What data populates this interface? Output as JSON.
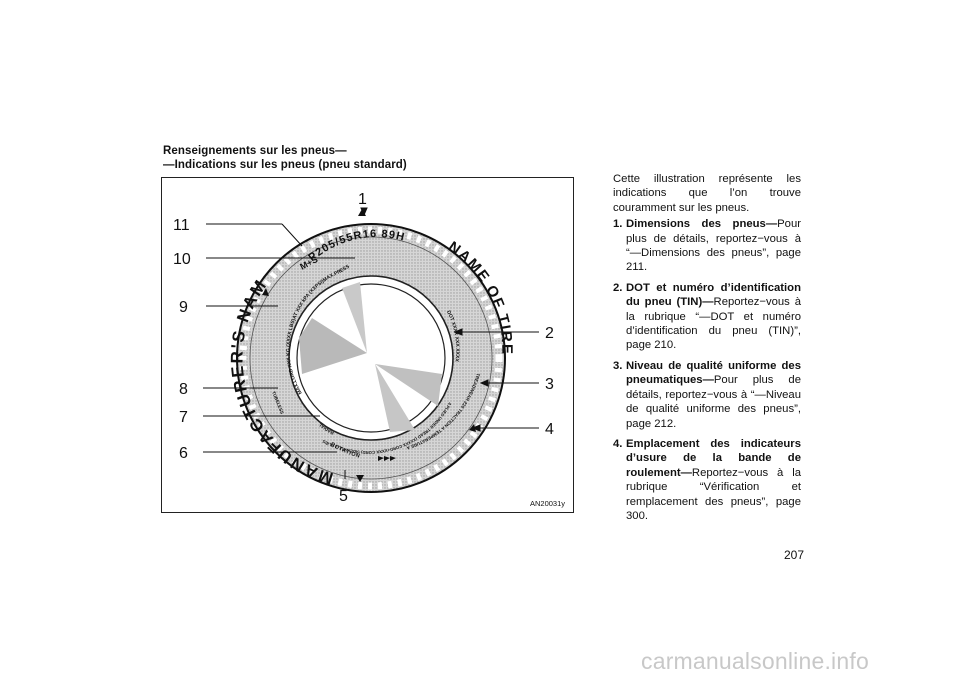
{
  "header": {
    "line1": "Renseignements sur les pneus—",
    "line2": "—Indications sur les pneus (pneu standard)"
  },
  "figure": {
    "code": "AN20031y",
    "callouts": [
      "1",
      "2",
      "3",
      "4",
      "5",
      "6",
      "7",
      "8",
      "9",
      "10",
      "11"
    ],
    "tire_texts": {
      "size": "P205/55R16  89H",
      "ms": "M+S",
      "manufacturer": "MANUFACTURER'S NAME",
      "name_of_tire": "NAME OF TIRE",
      "max_load": "MAX.LOAD XXX KG (XXXX LBS)AT XXX kPA (XXPSI)MAX.PRESS",
      "dot": "DOT XXXX XXX XXXX",
      "treadwear": "TREADWEAR 220 TRACTION A TEMPERATURE A",
      "plies": "4 PLIES UNDER TREAD (XXXXX CORD+XXXX CORD) SIDEWALL 2 PLIES XXXX CORD",
      "radial": "RADIAL",
      "tubeless": "TUBELESS",
      "rotation": "ROTATION"
    }
  },
  "body": {
    "intro": "Cette illustration représente les indications que l’on trouve couramment sur les pneus.",
    "items": [
      {
        "num": "1.",
        "title": "Dimensions des pneus—",
        "text": "Pour plus de détails, reportez−vous à “—Dimensions des pneus”, page 211."
      },
      {
        "num": "2.",
        "title": "DOT et numéro d’identification du pneu (TIN)—",
        "text": "Reportez−vous à la rubrique “—DOT et numéro d’identification du pneu (TIN)”, page 210."
      },
      {
        "num": "3.",
        "title": "Niveau de qualité uniforme des pneumatiques—",
        "text": "Pour plus de détails, reportez−vous à “—Niveau de qualité uniforme des pneus”, page 212."
      },
      {
        "num": "4.",
        "title": "Emplacement des indicateurs d’usure de la bande de roulement—",
        "text": "Reportez−vous à la rubrique “Vérification et remplacement des pneus”, page 300."
      }
    ]
  },
  "page_number": "207",
  "watermark": "carmanualsonline.info"
}
